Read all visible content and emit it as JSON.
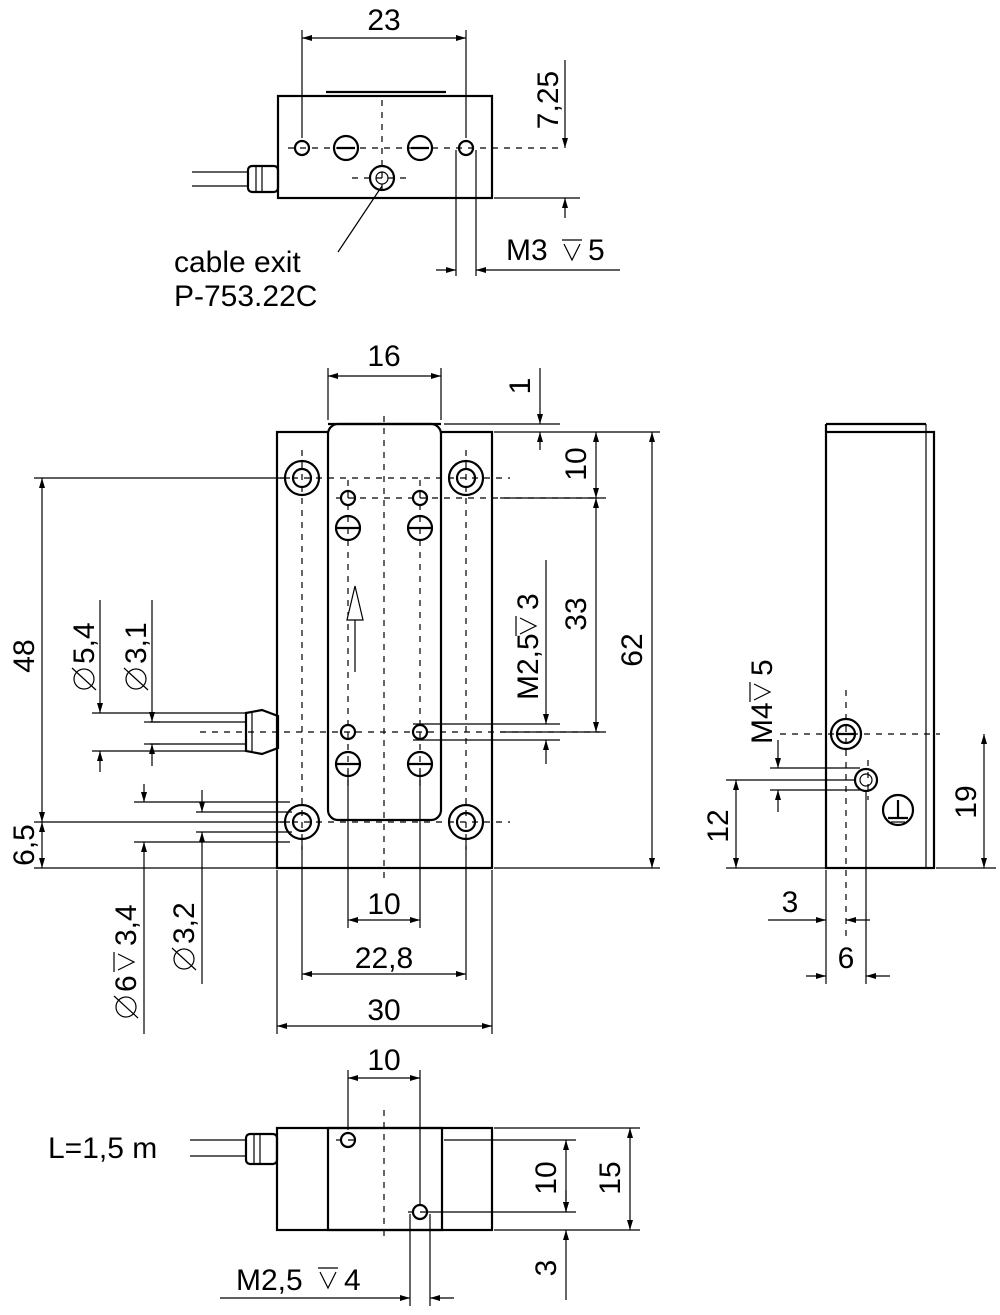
{
  "top_view": {
    "dim_width": "23",
    "dim_height": "7,25",
    "thread": "M3",
    "thread_depth": "5",
    "cable_label_line1": "cable exit",
    "cable_label_line2": "P-753.22C"
  },
  "front_view": {
    "dim_carriage_width": "16",
    "dim_top_offset": "1",
    "dim_upper": "10",
    "dim_mid": "33",
    "dim_total_height": "62",
    "thread": "M2,5",
    "thread_depth": "3",
    "dim_hole_pitch_v": "48",
    "dim_bottom_offset": "6,5",
    "dia_cable_outer": "5,4",
    "dia_cable_inner": "3,1",
    "dia_counterbore": "6",
    "dia_counterbore_depth": "3,4",
    "dia_hole": "3,2",
    "dim_inner_spacing": "10",
    "dim_hole_pitch_h": "22,8",
    "dim_base_width": "30"
  },
  "side_view": {
    "thread": "M4",
    "thread_depth": "5",
    "dim_12": "12",
    "dim_19": "19",
    "dim_3": "3",
    "dim_6": "6"
  },
  "bottom_view": {
    "dim_spacing": "10",
    "cable_length": "L=1,5 m",
    "dim_inner": "10",
    "dim_height": "15",
    "dim_offset": "3",
    "thread": "M2,5",
    "thread_depth": "4"
  }
}
